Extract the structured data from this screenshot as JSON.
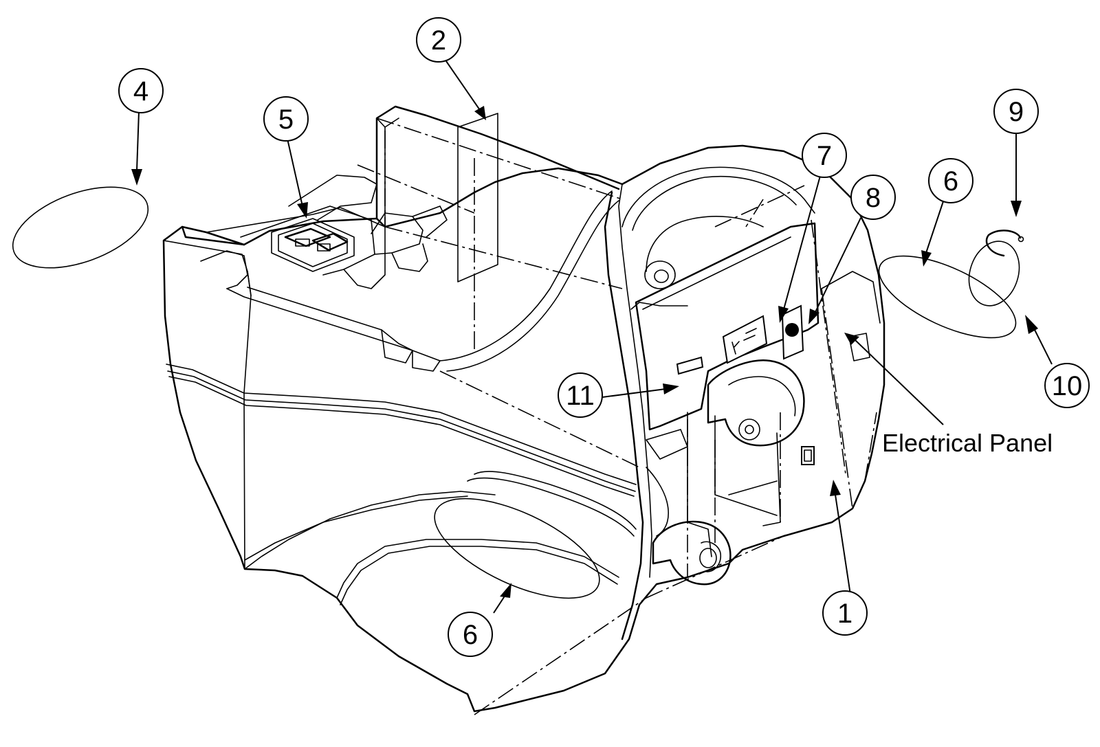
{
  "callouts": [
    {
      "id": "c1",
      "label": "1"
    },
    {
      "id": "c2",
      "label": "2"
    },
    {
      "id": "c4",
      "label": "4"
    },
    {
      "id": "c5",
      "label": "5"
    },
    {
      "id": "c6a",
      "label": "6"
    },
    {
      "id": "c6b",
      "label": "6"
    },
    {
      "id": "c7",
      "label": "7"
    },
    {
      "id": "c8",
      "label": "8"
    },
    {
      "id": "c9",
      "label": "9"
    },
    {
      "id": "c10",
      "label": "10"
    },
    {
      "id": "c11",
      "label": "11"
    }
  ],
  "annotations": {
    "electrical_panel": "Electrical Panel"
  },
  "colors": {
    "ink": "#000000",
    "paper": "#ffffff"
  }
}
